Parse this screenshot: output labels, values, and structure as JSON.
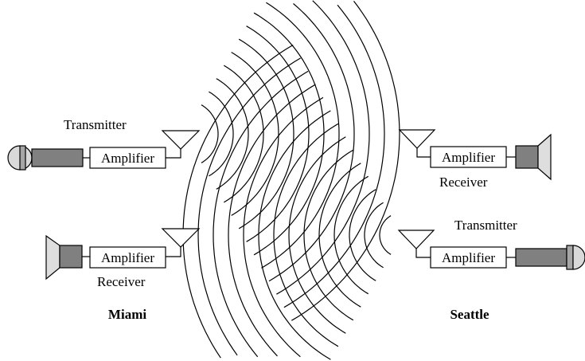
{
  "colors": {
    "stroke": "#000000",
    "mic_body": "#808080",
    "mic_head": "#d9d9d9",
    "mic_band": "#a6a6a6",
    "speaker_magnet": "#808080",
    "speaker_cone": "#dedede",
    "box_fill": "#ffffff"
  },
  "miami": {
    "city": "Miami",
    "transmitter": {
      "role": "Transmitter",
      "amplifier": "Amplifier",
      "source": "microphone-icon",
      "antenna": "antenna-icon"
    },
    "receiver": {
      "role": "Receiver",
      "amplifier": "Amplifier",
      "output": "speaker-icon",
      "antenna": "antenna-icon"
    }
  },
  "seattle": {
    "city": "Seattle",
    "receiver": {
      "role": "Receiver",
      "amplifier": "Amplifier",
      "output": "speaker-icon",
      "antenna": "antenna-icon"
    },
    "transmitter": {
      "role": "Transmitter",
      "amplifier": "Amplifier",
      "source": "microphone-icon",
      "antenna": "antenna-icon"
    }
  },
  "waves": {
    "miami_to_seattle": "radio-waves-icon",
    "seattle_to_miami": "radio-waves-icon"
  }
}
